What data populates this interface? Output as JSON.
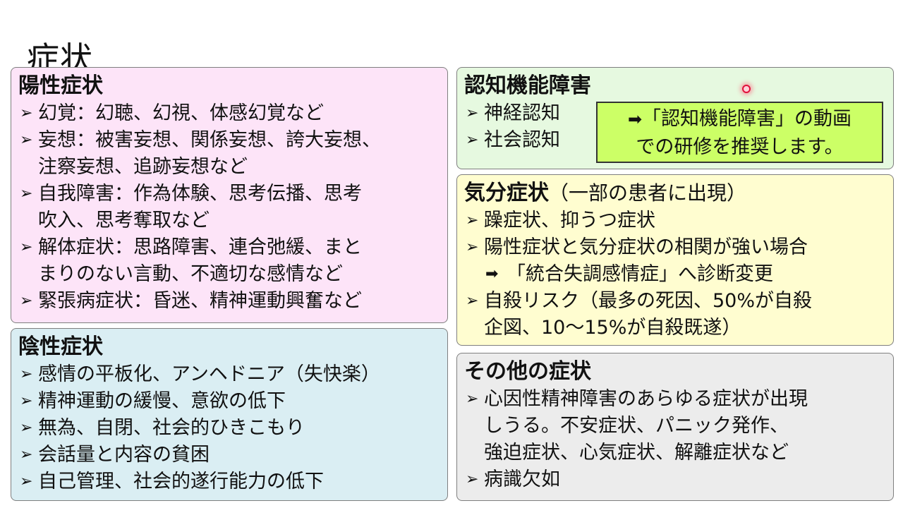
{
  "slide": {
    "title": "症状",
    "bullet_glyph": "➢",
    "arrow_glyph": "➡"
  },
  "positive": {
    "heading": "陽性症状",
    "color": "#fde4f8",
    "items": [
      "幻覚：幻聴、幻視、体感幻覚など",
      "妄想：被害妄想、関係妄想、誇大妄想、\n注察妄想、追跡妄想など",
      "自我障害：作為体験、思考伝播、思考\n吹入、思考奪取など",
      "解体症状：思路障害、連合弛緩、まと\nまりのない言動、不適切な感情など",
      "緊張病症状：昏迷、精神運動興奮など"
    ]
  },
  "negative": {
    "heading": "陰性症状",
    "color": "#daeef3",
    "items": [
      "感情の平板化、アンヘドニア（失快楽）",
      "精神運動の緩慢、意欲の低下",
      "無為、自閉、社会的ひきこもり",
      "会話量と内容の貧困",
      "自己管理、社会的遂行能力の低下"
    ]
  },
  "cognitive": {
    "heading": "認知機能障害",
    "color": "#e6f9e0",
    "items": [
      "神経認知",
      "社会認知"
    ],
    "callout": {
      "line1": "「認知機能障害」の動画",
      "line2": "での研修を推奨します。",
      "color": "#ccff66"
    }
  },
  "mood": {
    "heading": "気分症状",
    "subheading": "（一部の患者に出現）",
    "color": "#fffdd0",
    "items": [
      "躁症状、抑うつ症状",
      "陽性症状と気分症状の相関が強い場合"
    ],
    "arrow_item": "「統合失調感情症」へ診断変更",
    "items_after": [
      "自殺リスク（最多の死因、50%が自殺\n企図、10～15%が自殺既遂）"
    ]
  },
  "other": {
    "heading": "その他の症状",
    "color": "#ececec",
    "items": [
      "心因性精神障害のあらゆる症状が出現\nしうる。不安症状、パニック発作、\n強迫症状、心気症状、解離症状など",
      "病識欠如"
    ]
  }
}
